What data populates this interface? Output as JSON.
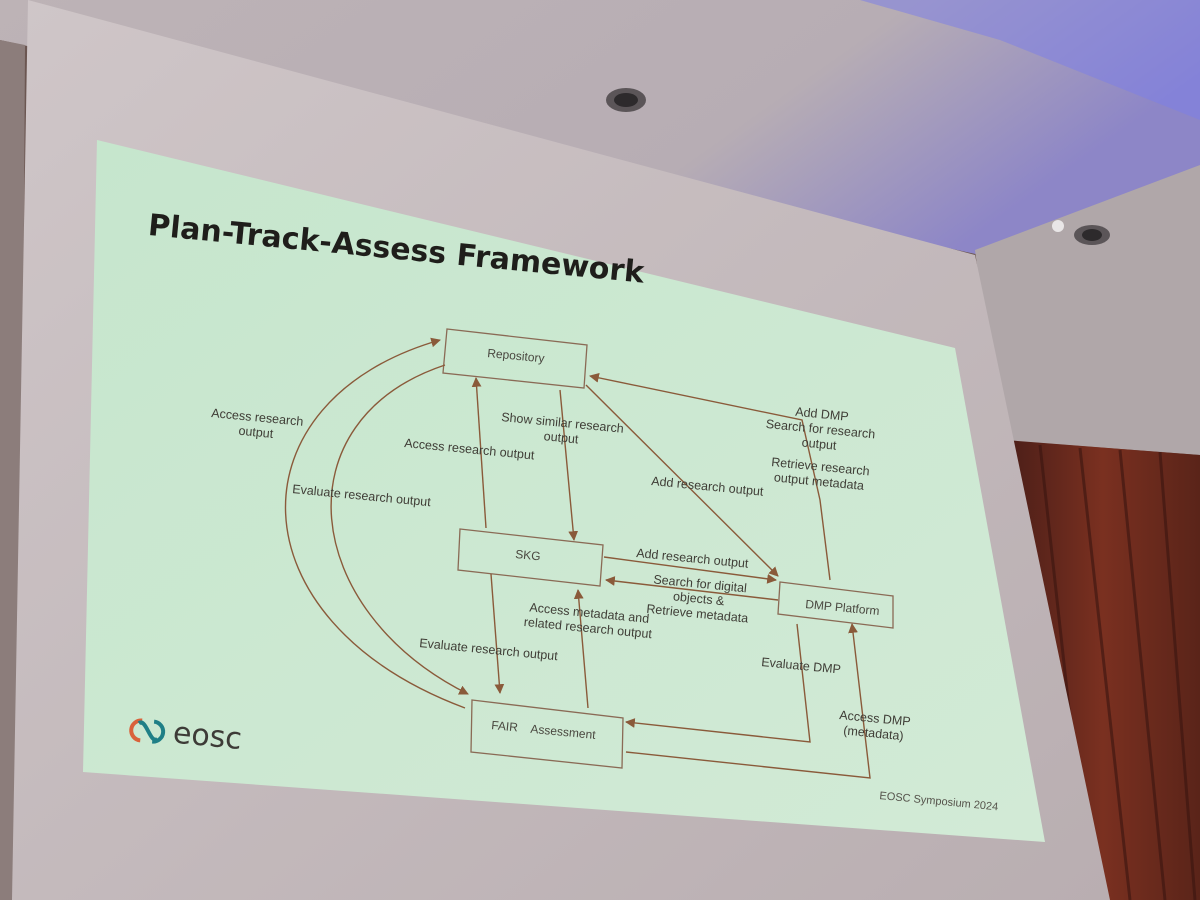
{
  "slide": {
    "title": "Plan-Track-Assess Framework",
    "nodes": {
      "repository": "Repository",
      "skg": "SKG",
      "dmp_platform": "DMP Platform",
      "fair_assessment": "FAIR    Assessment"
    },
    "edges": {
      "access_research_output_outer_1": "Access research",
      "access_research_output_outer_2": "output",
      "evaluate_research_output_outer": "Evaluate research output",
      "access_research_output_inner": "Access research output",
      "show_similar_1": "Show similar research",
      "show_similar_2": "output",
      "add_research_output_repo": "Add research output",
      "add_dmp_1": "Add DMP",
      "add_dmp_2": "Search for research",
      "add_dmp_3": "output",
      "retrieve_1": "Retrieve research",
      "retrieve_2": "output metadata",
      "add_research_output_skg": "Add research output",
      "search_digital_1": "Search for digital",
      "search_digital_2": "objects &",
      "search_digital_3": "Retrieve metadata",
      "access_metadata_1": "Access metadata and",
      "access_metadata_2": "related research output",
      "evaluate_research_output_inner": "Evaluate research output",
      "evaluate_dmp": "Evaluate DMP",
      "access_dmp_1": "Access DMP",
      "access_dmp_2": "(metadata)"
    },
    "brand": "eosc",
    "footer": "EOSC Symposium 2024"
  },
  "colors": {
    "slide_bg": "#c8e6cf",
    "arrow": "#8a5a3a",
    "screen": "#c9bfc2",
    "ceiling_light": "#6f73e8"
  }
}
